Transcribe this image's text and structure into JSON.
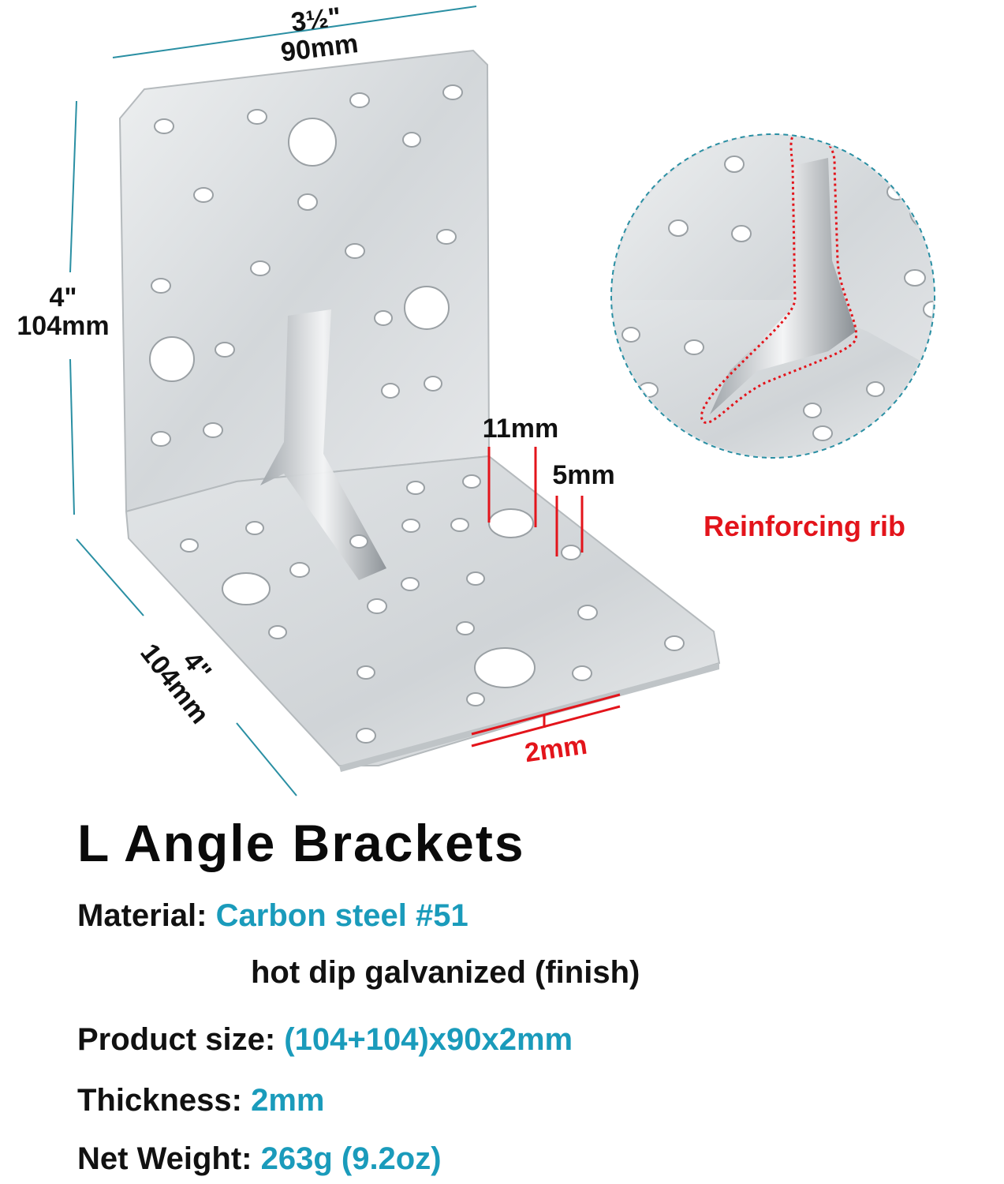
{
  "dimensions": {
    "top_inch": "3½\"",
    "top_mm": "90mm",
    "left_inch": "4\"",
    "left_mm": "104mm",
    "bottom_inch": "4\"",
    "bottom_mm": "104mm",
    "hole_large": "11mm",
    "hole_small": "5mm",
    "thickness": "2mm"
  },
  "callout": {
    "label": "Reinforcing rib"
  },
  "product": {
    "title": "L Angle Brackets",
    "material_label": "Material:",
    "material_value": "Carbon steel #51",
    "finish": "hot dip galvanized (finish)",
    "size_label": "Product size:",
    "size_value": "(104+104)x90x2mm",
    "thickness_label": "Thickness:",
    "thickness_value": "2mm",
    "weight_label": "Net Weight:",
    "weight_value": "263g (9.2oz)"
  },
  "colors": {
    "accent": "#1a9bbb",
    "dimension_red": "#e3141b",
    "guide_teal": "#2a8fa3",
    "metal": "#d9dde0"
  }
}
